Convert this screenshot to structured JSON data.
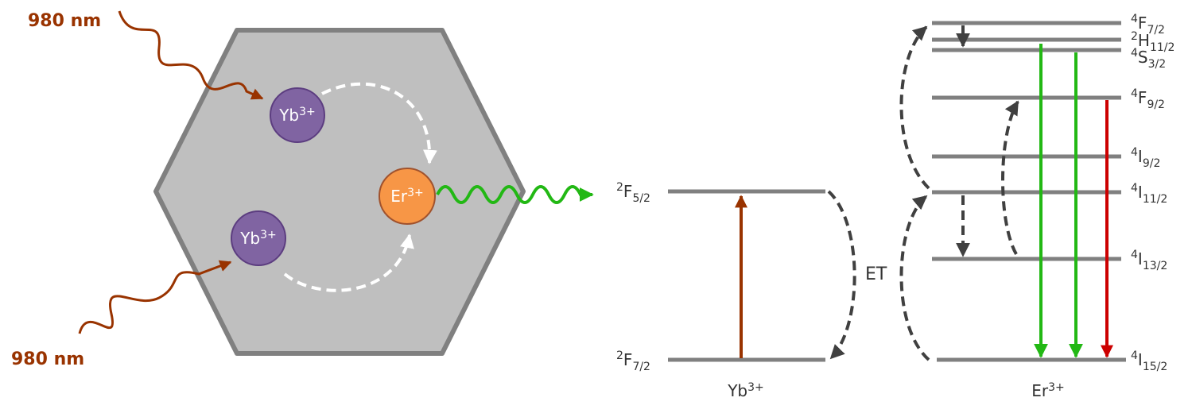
{
  "pump": {
    "label_top": "980 nm",
    "label_bottom": "980 nm",
    "color": "#993300"
  },
  "particle": {
    "fill": "#bfbfbf",
    "edge": "#808080"
  },
  "ions": {
    "yb_top": {
      "base": "Yb",
      "sup": "3+",
      "color": "#8064a2"
    },
    "yb_bottom": {
      "base": "Yb",
      "sup": "3+",
      "color": "#8064a2"
    },
    "er": {
      "base": "Er",
      "sup": "3+",
      "color": "#f79646"
    }
  },
  "emission_color": "#22b814",
  "yb_levels": {
    "upper": {
      "pre": "2",
      "main": "F",
      "sub": "5/2"
    },
    "lower": {
      "pre": "2",
      "main": "F",
      "sub": "7/2"
    },
    "ion_label": {
      "base": "Yb",
      "sup": "3+"
    }
  },
  "transfer_label": "ET",
  "er_levels": {
    "f72": {
      "pre": "4",
      "main": "F",
      "sub": "7/2"
    },
    "h112": {
      "pre": "2",
      "main": "H",
      "sub": "11/2"
    },
    "s32": {
      "pre": "4",
      "main": "S",
      "sub": "3/2"
    },
    "f92": {
      "pre": "4",
      "main": "F",
      "sub": "9/2"
    },
    "i92": {
      "pre": "4",
      "main": "I",
      "sub": "9/2"
    },
    "i112": {
      "pre": "4",
      "main": "I",
      "sub": "11/2"
    },
    "i132": {
      "pre": "4",
      "main": "I",
      "sub": "13/2"
    },
    "i152": {
      "pre": "4",
      "main": "I",
      "sub": "15/2"
    },
    "ion_label": {
      "base": "Er",
      "sup": "3+"
    }
  },
  "colors": {
    "level_line": "#808080",
    "dashed_arrow": "#404040",
    "green": "#22b814",
    "red": "#cc0000",
    "absorption": "#993300"
  }
}
